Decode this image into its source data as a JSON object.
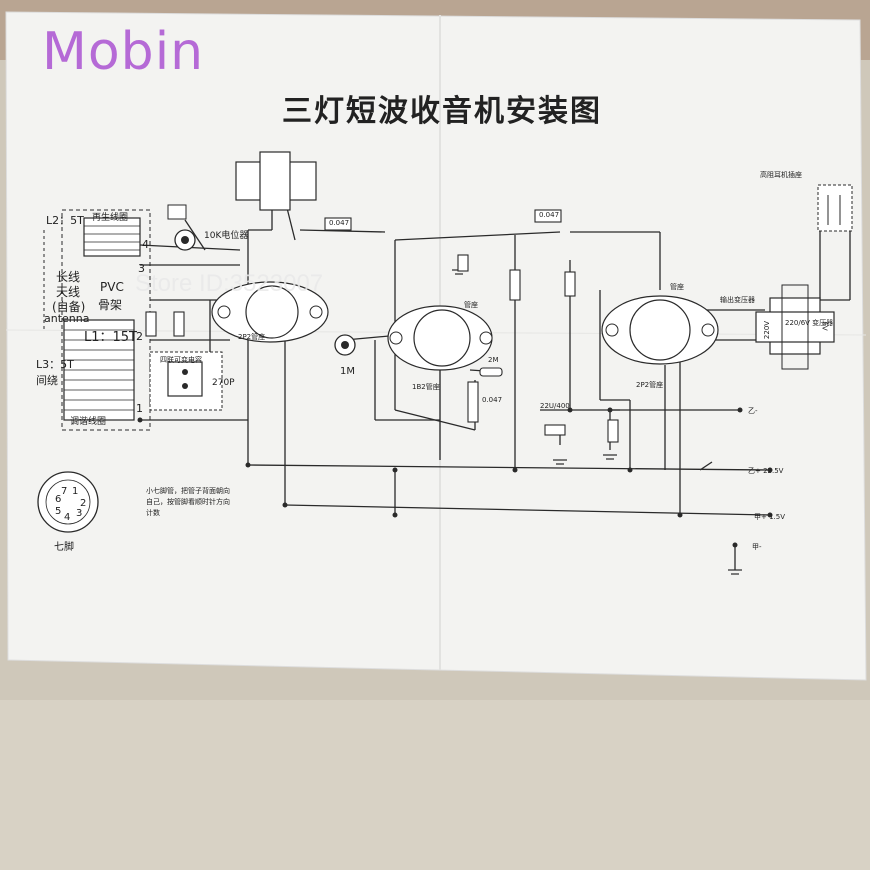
{
  "watermark": "Mobin",
  "store_id": "Store ID:3523007",
  "title": "三灯短波收音机安装图",
  "labels": {
    "l2": "L2：5T",
    "regen_coil": "再生线圈",
    "n4": "4",
    "n3": "3",
    "n2": "2",
    "n1": "1",
    "pot10k": "10K电位器",
    "long_antenna": "长线",
    "antenna_word": "天线",
    "self_prepared": "(自备)",
    "antenna": "antenna",
    "pvc": "PVC",
    "frame": "骨架",
    "l1": "L1：15T",
    "l3": "L3：5T",
    "wind_between": "间绕",
    "tuning_coil": "调谐线圈",
    "dual_cap": "四联可变电容",
    "c270": "270P",
    "tube1": "2P2管座",
    "tube2": "1B2管座",
    "tube3": "2P2管座",
    "c0047a": "0.047",
    "c0047b": "0.047",
    "c0047c": "0.047",
    "r1m": "1M",
    "r2m": "2M",
    "c22u": "22U/400",
    "earphone": "高阻耳机插座",
    "output_tf": "输出变压器",
    "power_tf": "220/6V 变压器",
    "v220": "220V",
    "v6": "6V",
    "tube_socket_a": "管座",
    "tube_socket_b": "管座",
    "b_plus": "乙+ 22.5V",
    "b_minus": "乙-",
    "a_plus": "甲+ 1.5V",
    "a_minus": "甲-",
    "seven_pin": "七脚",
    "pin_note": "小七脚管，把管子背面朝向自己，按管脚看顺时针方向计数",
    "pins": [
      "1",
      "2",
      "3",
      "4",
      "5",
      "6",
      "7"
    ]
  },
  "colors": {
    "paper": "#f3f3f1",
    "ink": "#2a2a2a",
    "watermark": "#b56ad6",
    "background": "#c9c2b4"
  }
}
